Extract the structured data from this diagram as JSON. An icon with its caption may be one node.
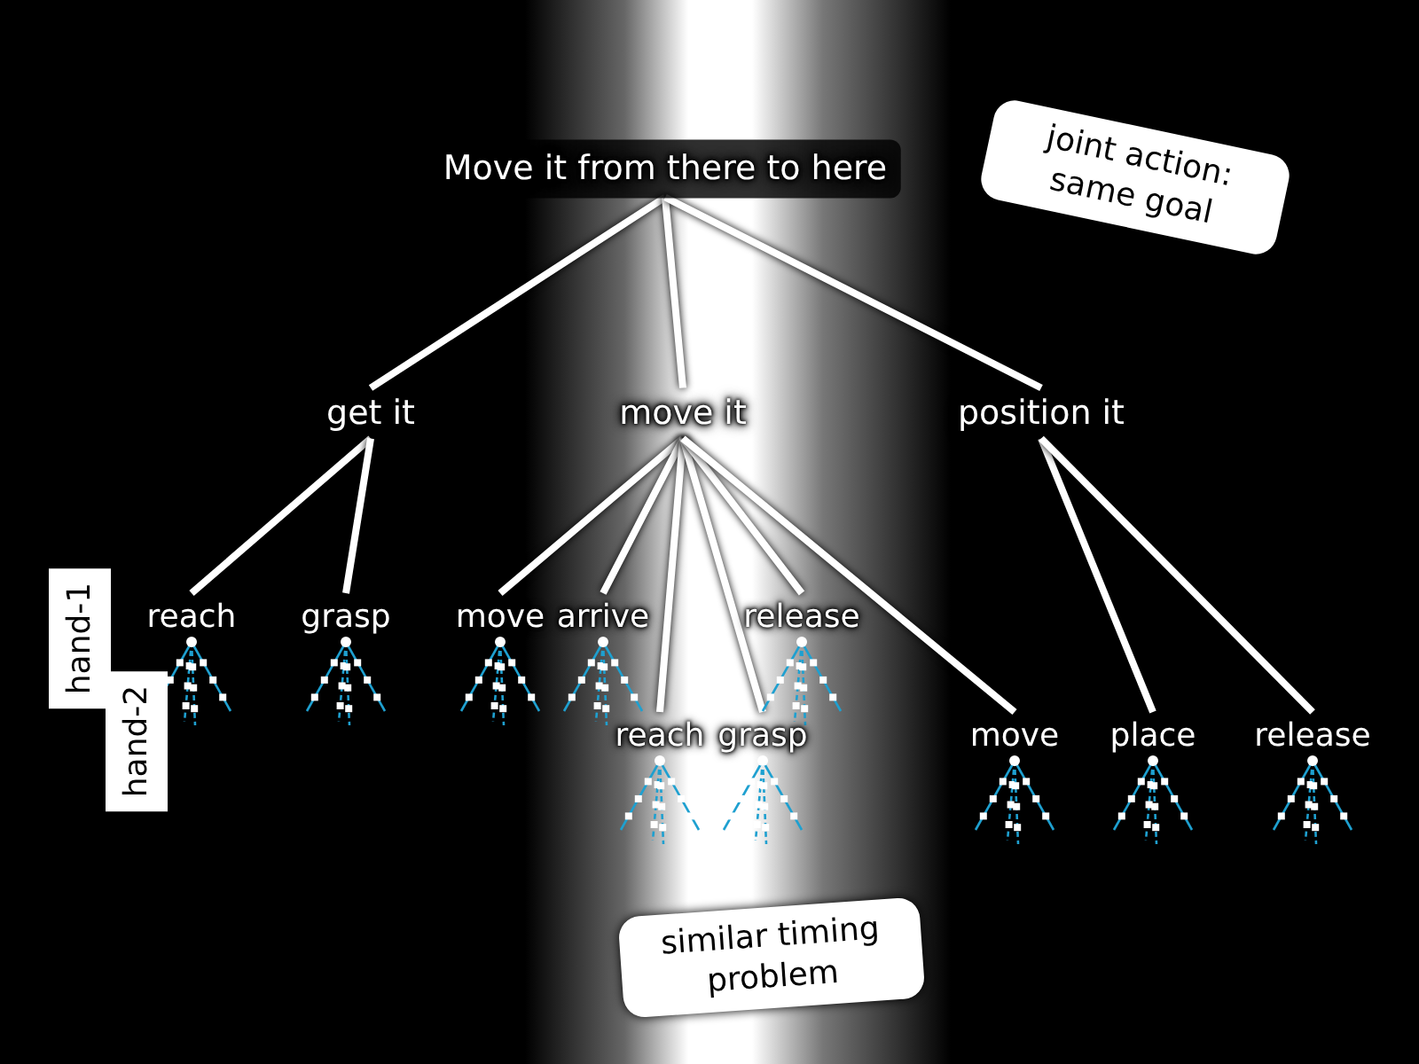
{
  "diagram": {
    "nodes": [
      {
        "text": [
          "Move it from there to here"
        ]
      },
      {
        "text": [
          "get it"
        ]
      },
      {
        "text": [
          "move it"
        ]
      },
      {
        "text": [
          "position it"
        ]
      },
      {
        "text": [
          "reach"
        ]
      },
      {
        "text": [
          "grasp"
        ]
      },
      {
        "text": [
          "move"
        ]
      },
      {
        "text": [
          "arrive"
        ]
      },
      {
        "text": [
          "release"
        ]
      },
      {
        "text": [
          "reach"
        ]
      },
      {
        "text": [
          "grasp"
        ]
      },
      {
        "text": [
          "move"
        ]
      },
      {
        "text": [
          "place"
        ]
      },
      {
        "text": [
          "release"
        ]
      },
      {
        "text": [
          "joint action: same goal"
        ]
      },
      {
        "text": [
          "similar timing problem"
        ]
      },
      {
        "text": [
          "hand-1"
        ]
      },
      {
        "text": [
          "hand-2"
        ]
      }
    ],
    "edges": [
      {
        "from": 0,
        "to": 1,
        "arrow": "none"
      },
      {
        "from": 0,
        "to": 2,
        "arrow": "none"
      },
      {
        "from": 0,
        "to": 3,
        "arrow": "none"
      },
      {
        "from": 1,
        "to": 4,
        "arrow": "none"
      },
      {
        "from": 1,
        "to": 5,
        "arrow": "none"
      },
      {
        "from": 2,
        "to": 6,
        "arrow": "none"
      },
      {
        "from": 2,
        "to": 7,
        "arrow": "none"
      },
      {
        "from": 2,
        "to": 9,
        "arrow": "none"
      },
      {
        "from": 2,
        "to": 10,
        "arrow": "none"
      },
      {
        "from": 2,
        "to": 8,
        "arrow": "none"
      },
      {
        "from": 2,
        "to": 11,
        "arrow": "none"
      },
      {
        "from": 3,
        "to": 12,
        "arrow": "none"
      },
      {
        "from": 3,
        "to": 13,
        "arrow": "none"
      }
    ]
  }
}
